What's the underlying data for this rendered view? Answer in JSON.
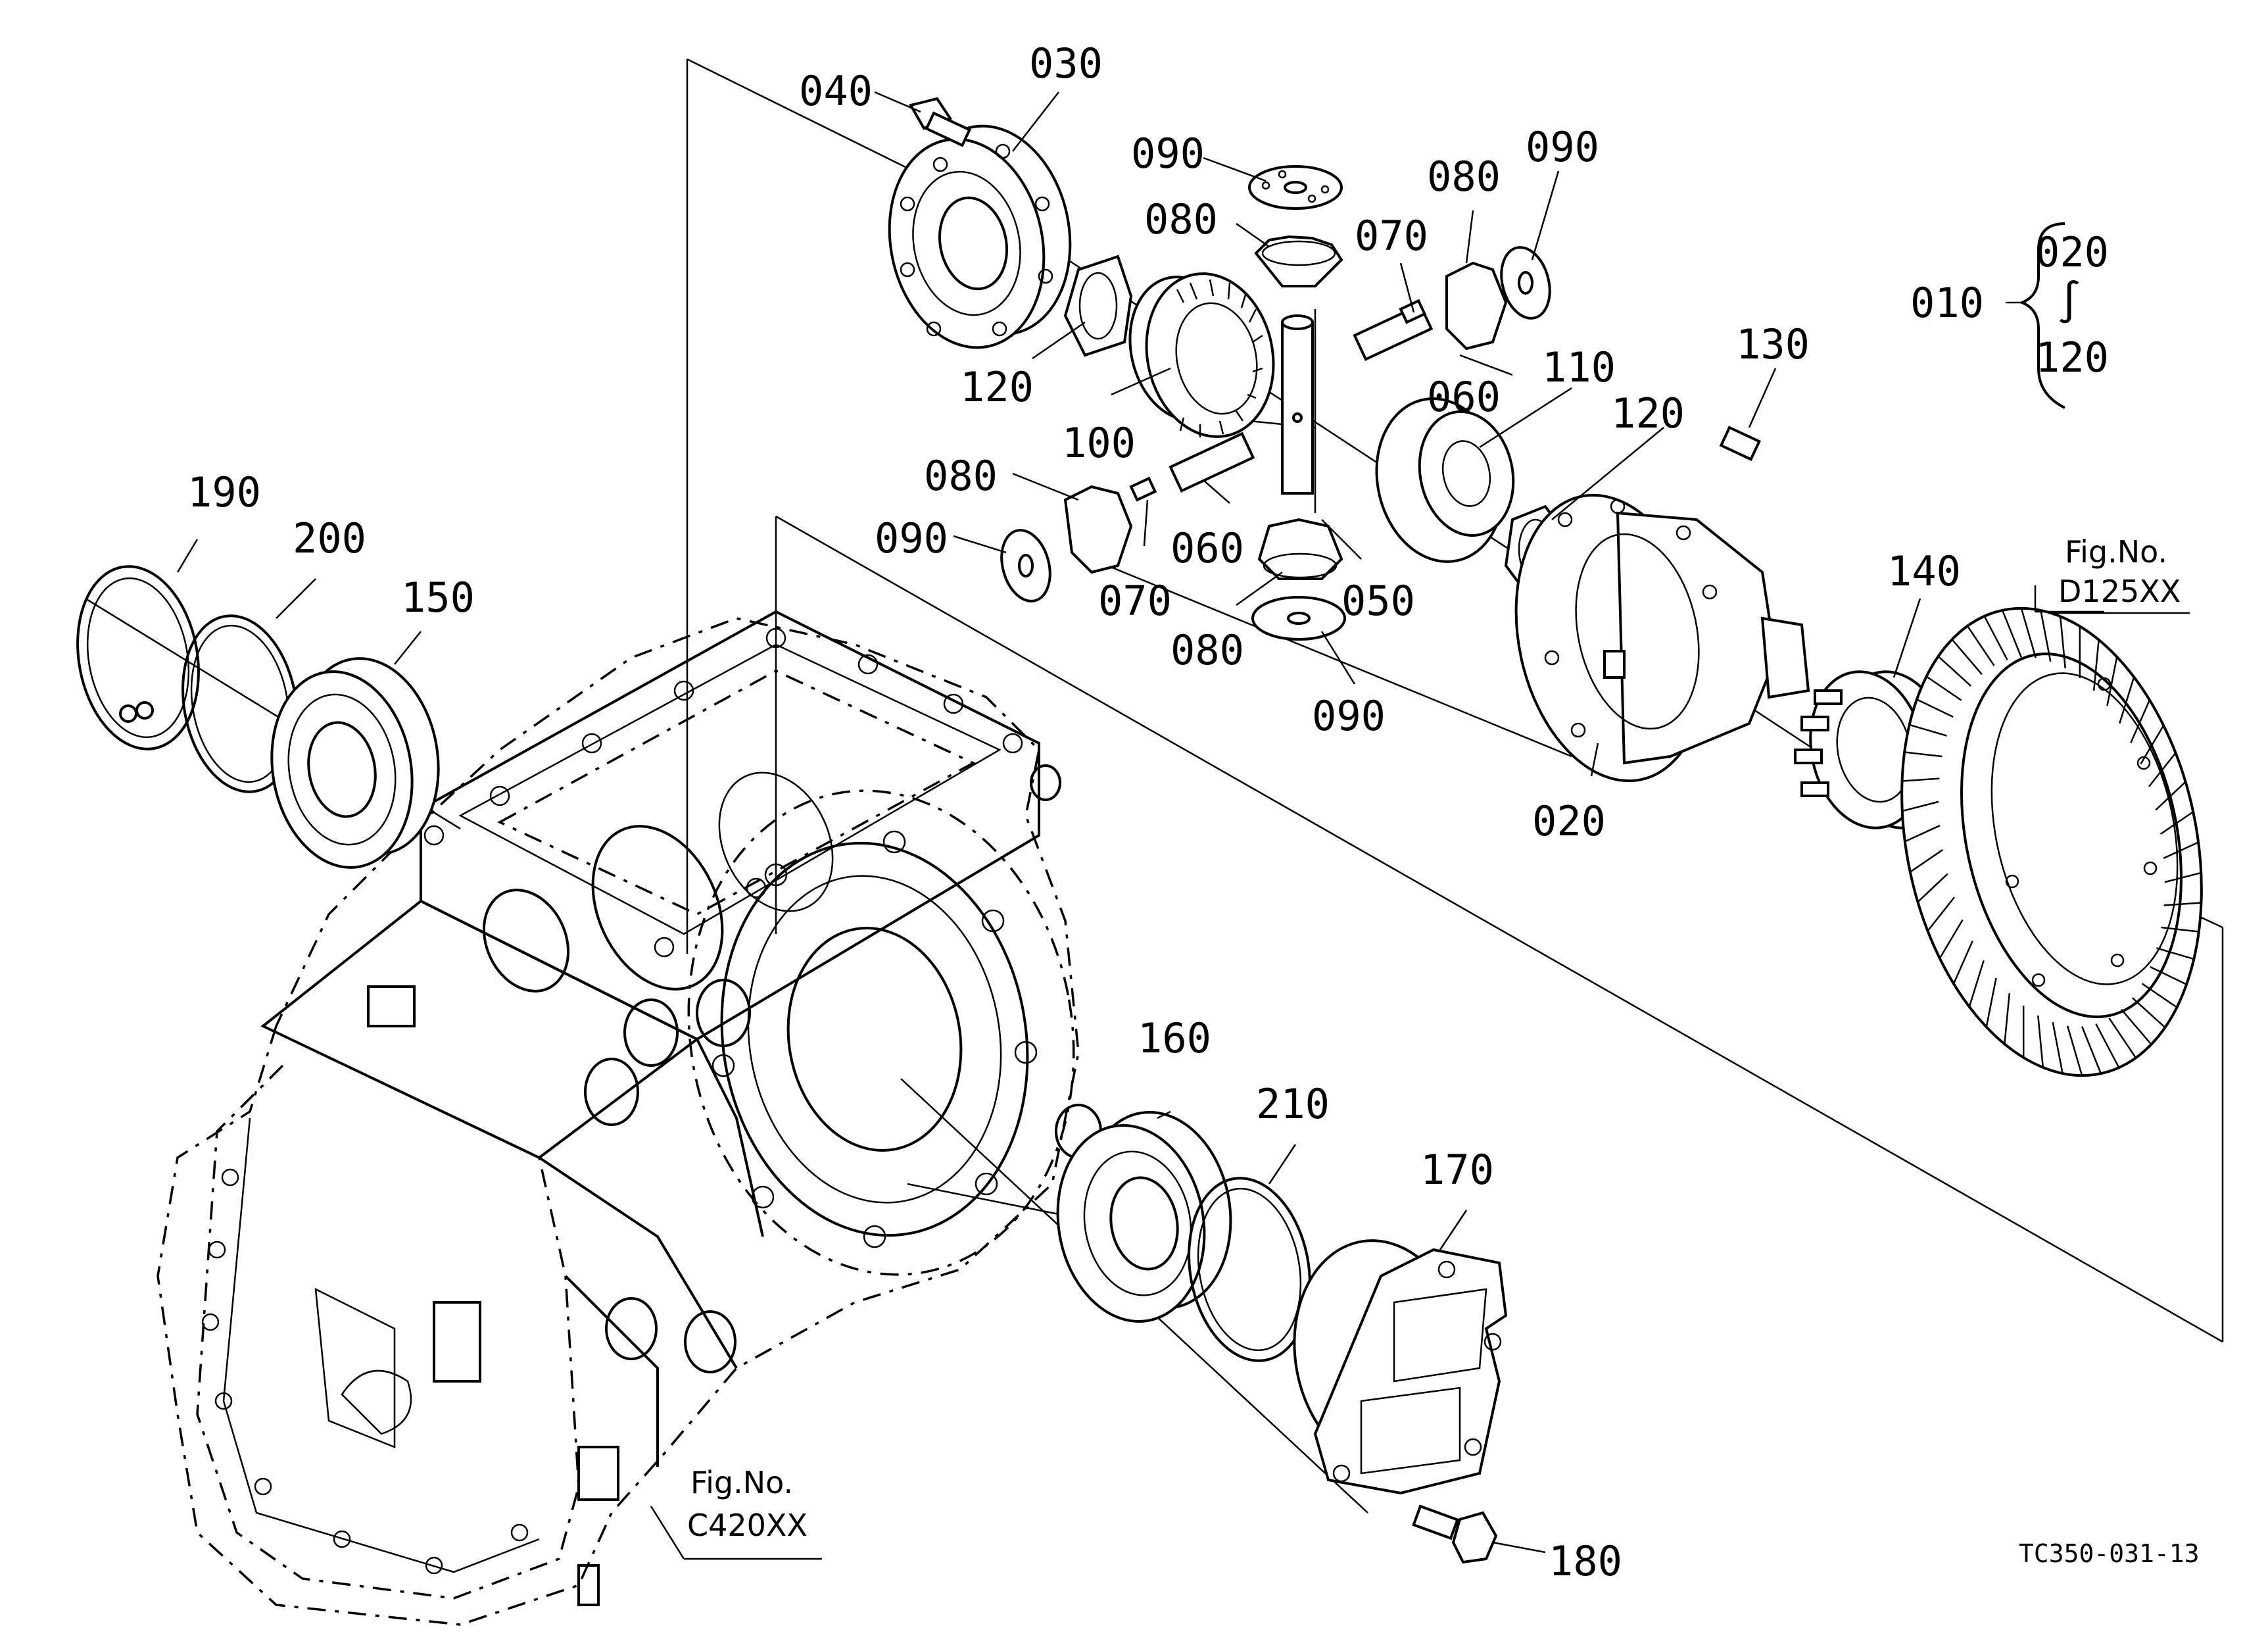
{
  "drawing_code": "TC350-031-13",
  "assembly": {
    "number": "010",
    "range_from": "020",
    "range_symbol": "∫",
    "range_to": "120"
  },
  "fig_refs": [
    {
      "title": "Fig.No.",
      "code": "D125XX"
    },
    {
      "title": "Fig.No.",
      "code": "C420XX"
    }
  ],
  "callouts": [
    "040",
    "030",
    "090",
    "080",
    "070",
    "080",
    "090",
    "120",
    "100",
    "060",
    "110",
    "130",
    "120",
    "080",
    "090",
    "060",
    "070",
    "080",
    "050",
    "090",
    "020",
    "140",
    "190",
    "200",
    "150",
    "160",
    "210",
    "170",
    "180"
  ]
}
